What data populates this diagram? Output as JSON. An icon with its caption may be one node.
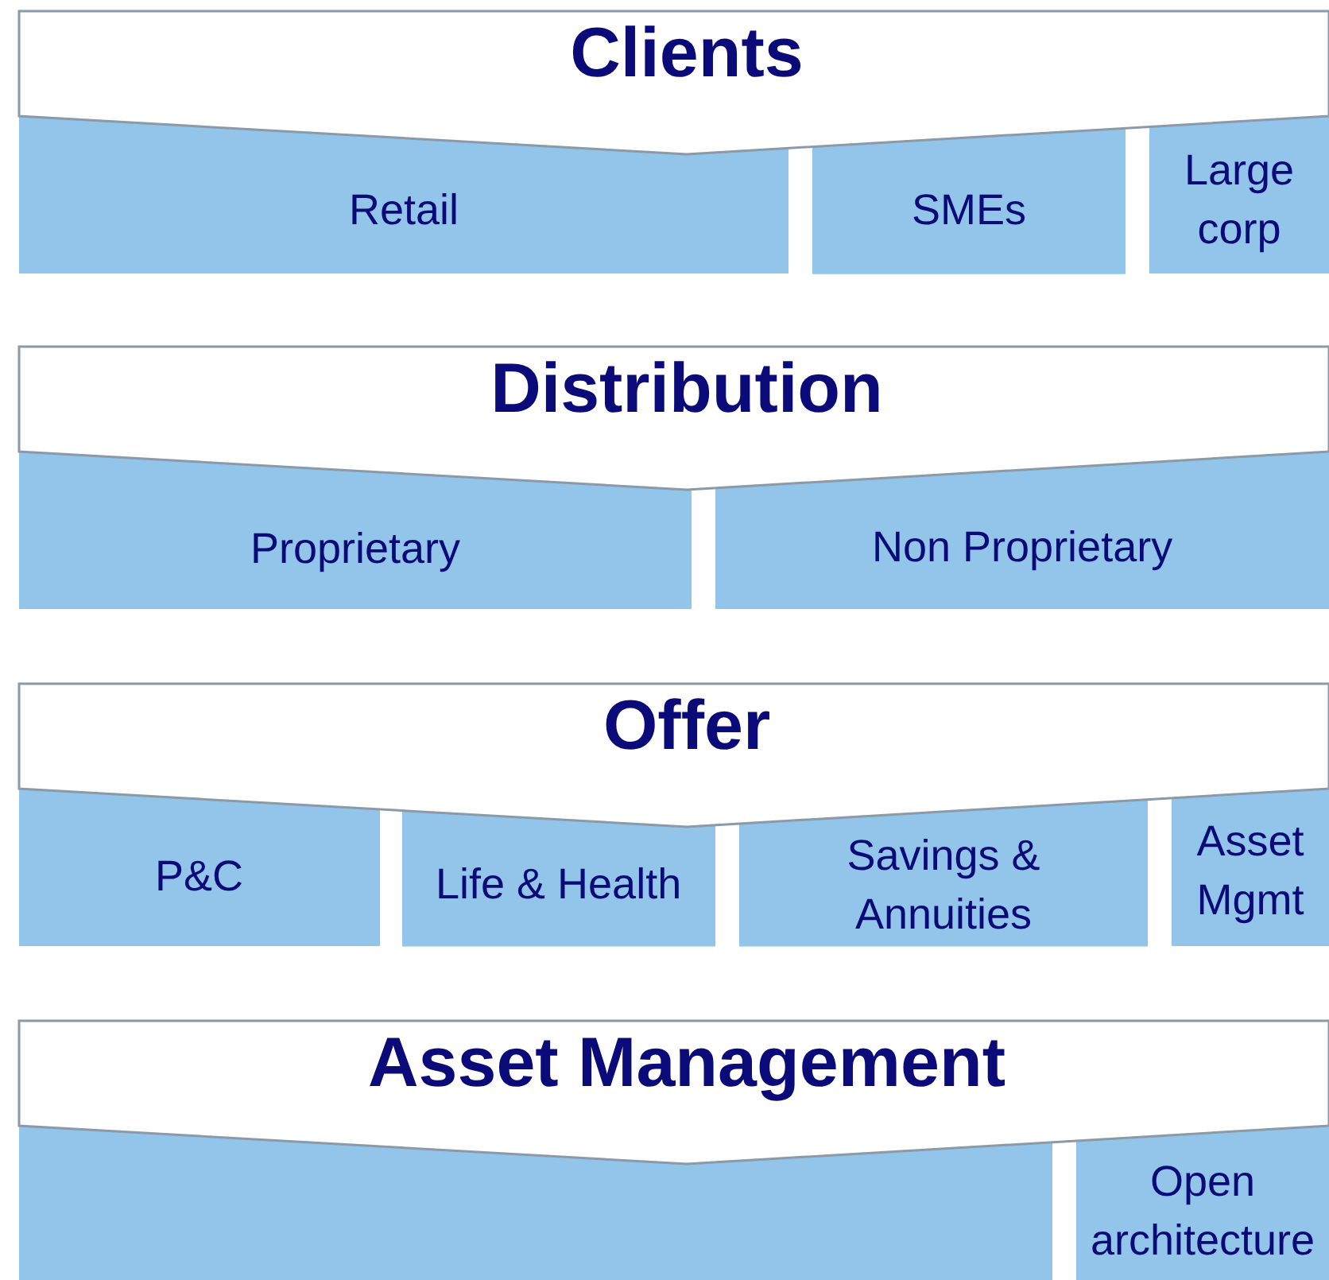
{
  "diagram": {
    "nodes": [
      {
        "text": [
          "Clients"
        ]
      },
      {
        "text": [
          "Retail"
        ]
      },
      {
        "text": [
          "SMEs"
        ]
      },
      {
        "text": [
          "Large corp"
        ]
      },
      {
        "text": [
          "Distribution"
        ]
      },
      {
        "text": [
          "Proprietary"
        ]
      },
      {
        "text": [
          "Non Proprietary"
        ]
      },
      {
        "text": [
          "Offer"
        ]
      },
      {
        "text": [
          "P&C"
        ]
      },
      {
        "text": [
          "Life & Health"
        ]
      },
      {
        "text": [
          "Savings & Annuities"
        ]
      },
      {
        "text": [
          "Asset Mgmt"
        ]
      },
      {
        "text": [
          "Asset Management"
        ]
      },
      {
        "text": [],
        "shape": "box"
      },
      {
        "text": [
          "Open architecture"
        ]
      }
    ]
  }
}
